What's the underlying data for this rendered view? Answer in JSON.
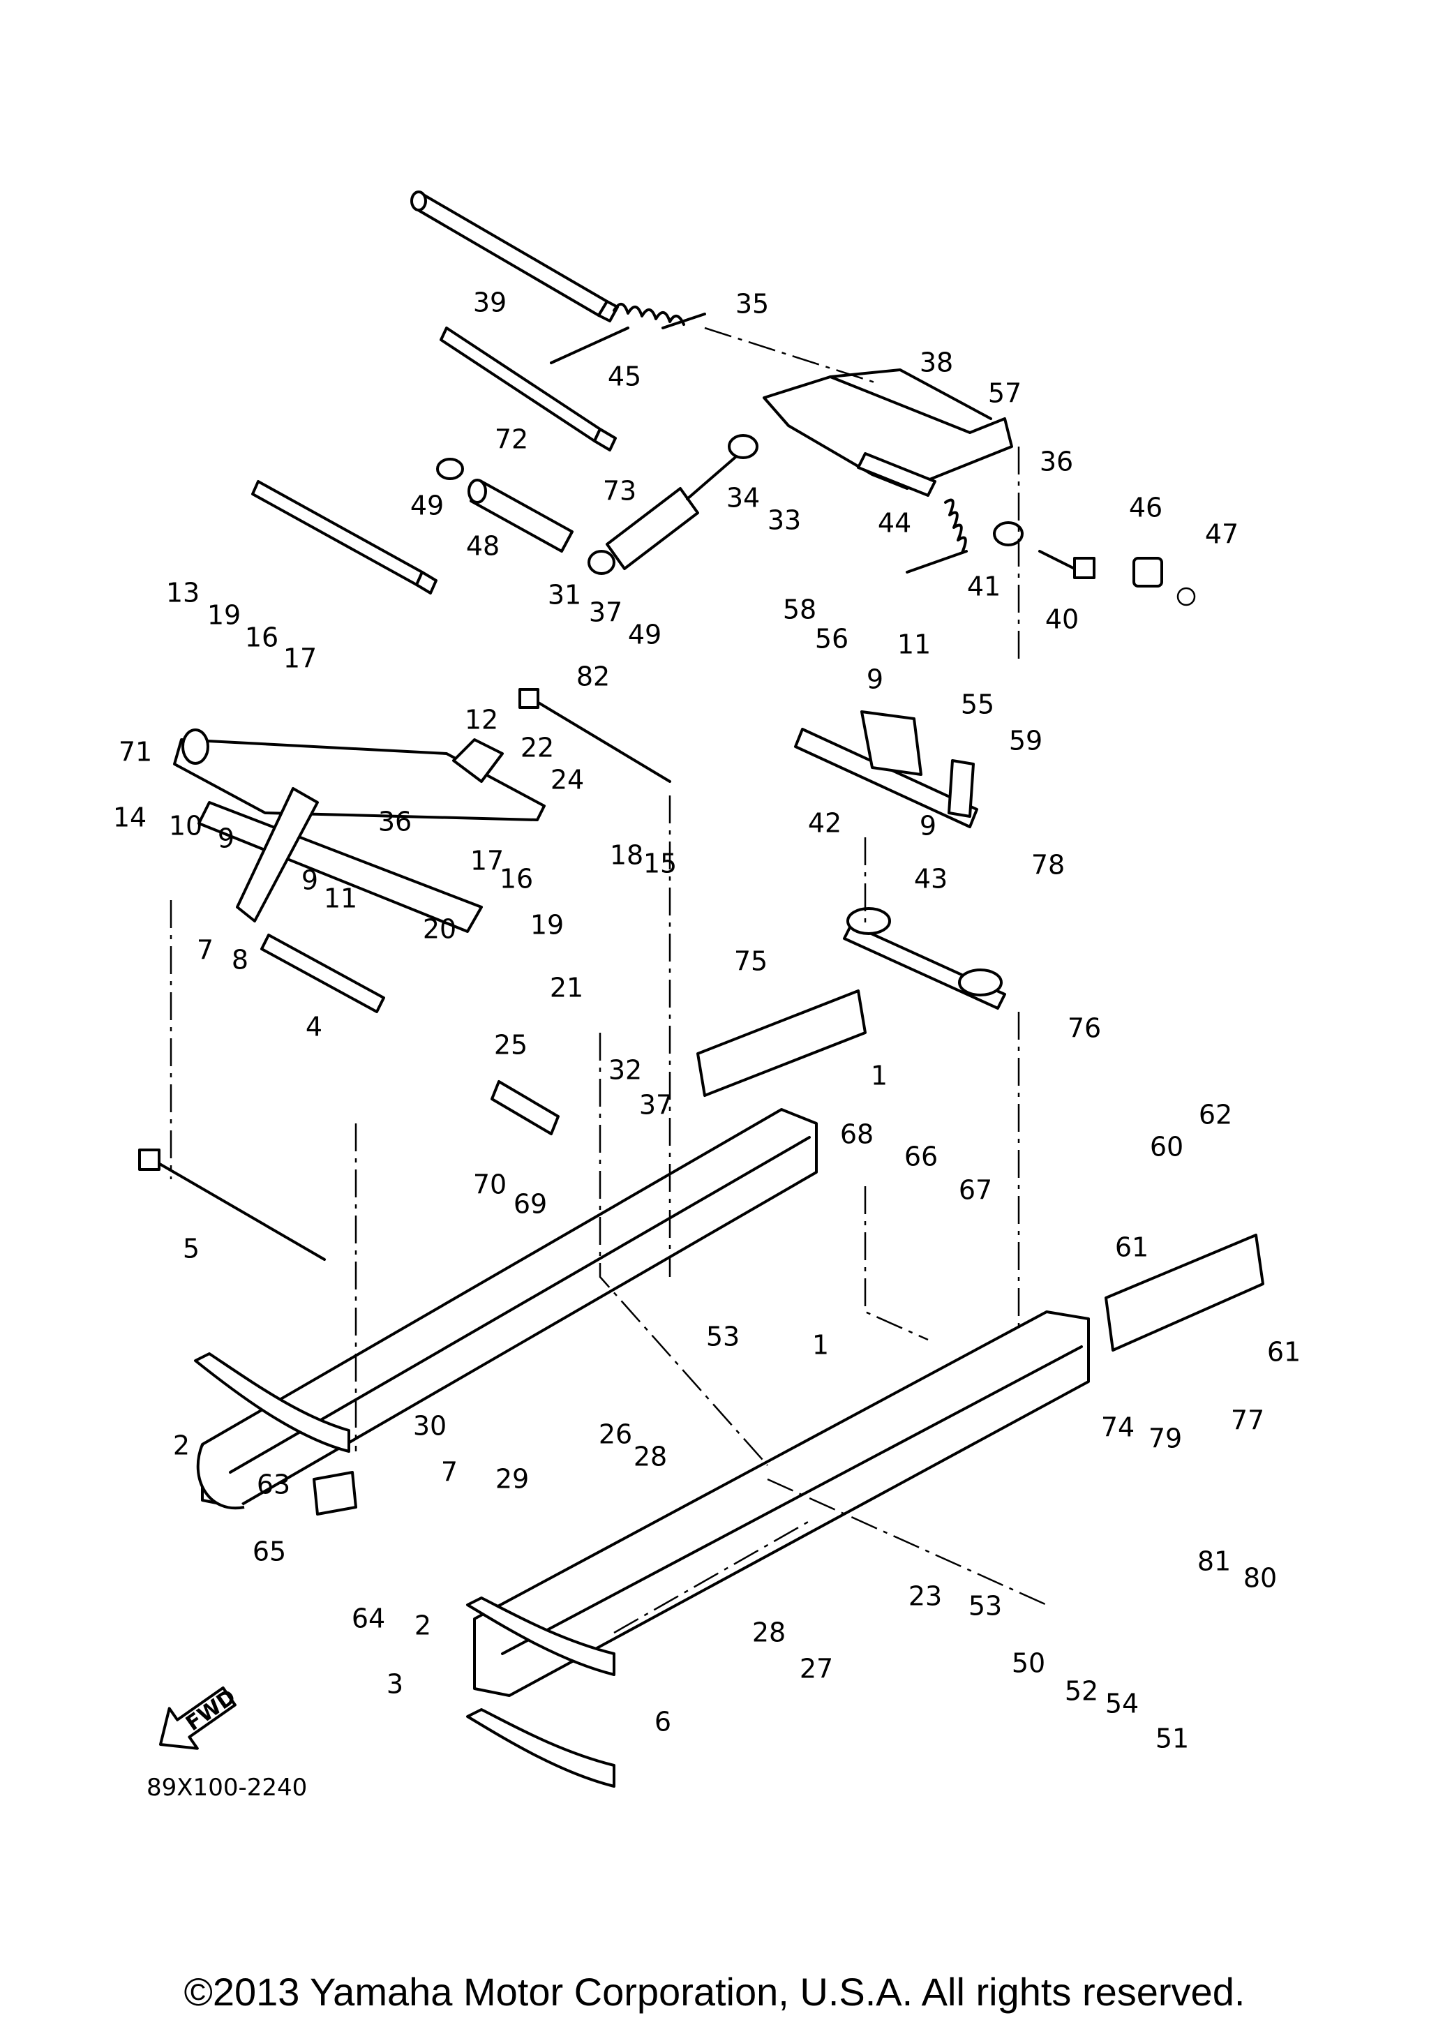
{
  "diagram": {
    "drawing_code": "89X100-2240",
    "direction_label": "FWD",
    "copyright": "©2013 Yamaha Motor Corporation, U.S.A. All rights reserved.",
    "callouts": [
      "39",
      "45",
      "35",
      "38",
      "57",
      "72",
      "73",
      "36",
      "49",
      "34",
      "33",
      "48",
      "44",
      "46",
      "47",
      "41",
      "40",
      "31",
      "37",
      "49",
      "13",
      "19",
      "16",
      "17",
      "58",
      "56",
      "11",
      "9",
      "55",
      "59",
      "71",
      "82",
      "12",
      "22",
      "24",
      "42",
      "9",
      "43",
      "14",
      "10",
      "9",
      "36",
      "17",
      "16",
      "18",
      "15",
      "9",
      "11",
      "19",
      "20",
      "78",
      "7",
      "8",
      "21",
      "75",
      "1",
      "76",
      "4",
      "25",
      "32",
      "37",
      "70",
      "69",
      "68",
      "66",
      "67",
      "62",
      "60",
      "5",
      "61",
      "61",
      "53",
      "1",
      "74",
      "79",
      "77",
      "2",
      "30",
      "26",
      "28",
      "29",
      "7",
      "63",
      "81",
      "80",
      "65",
      "23",
      "53",
      "64",
      "2",
      "28",
      "27",
      "50",
      "52",
      "54",
      "51",
      "3",
      "6"
    ]
  }
}
